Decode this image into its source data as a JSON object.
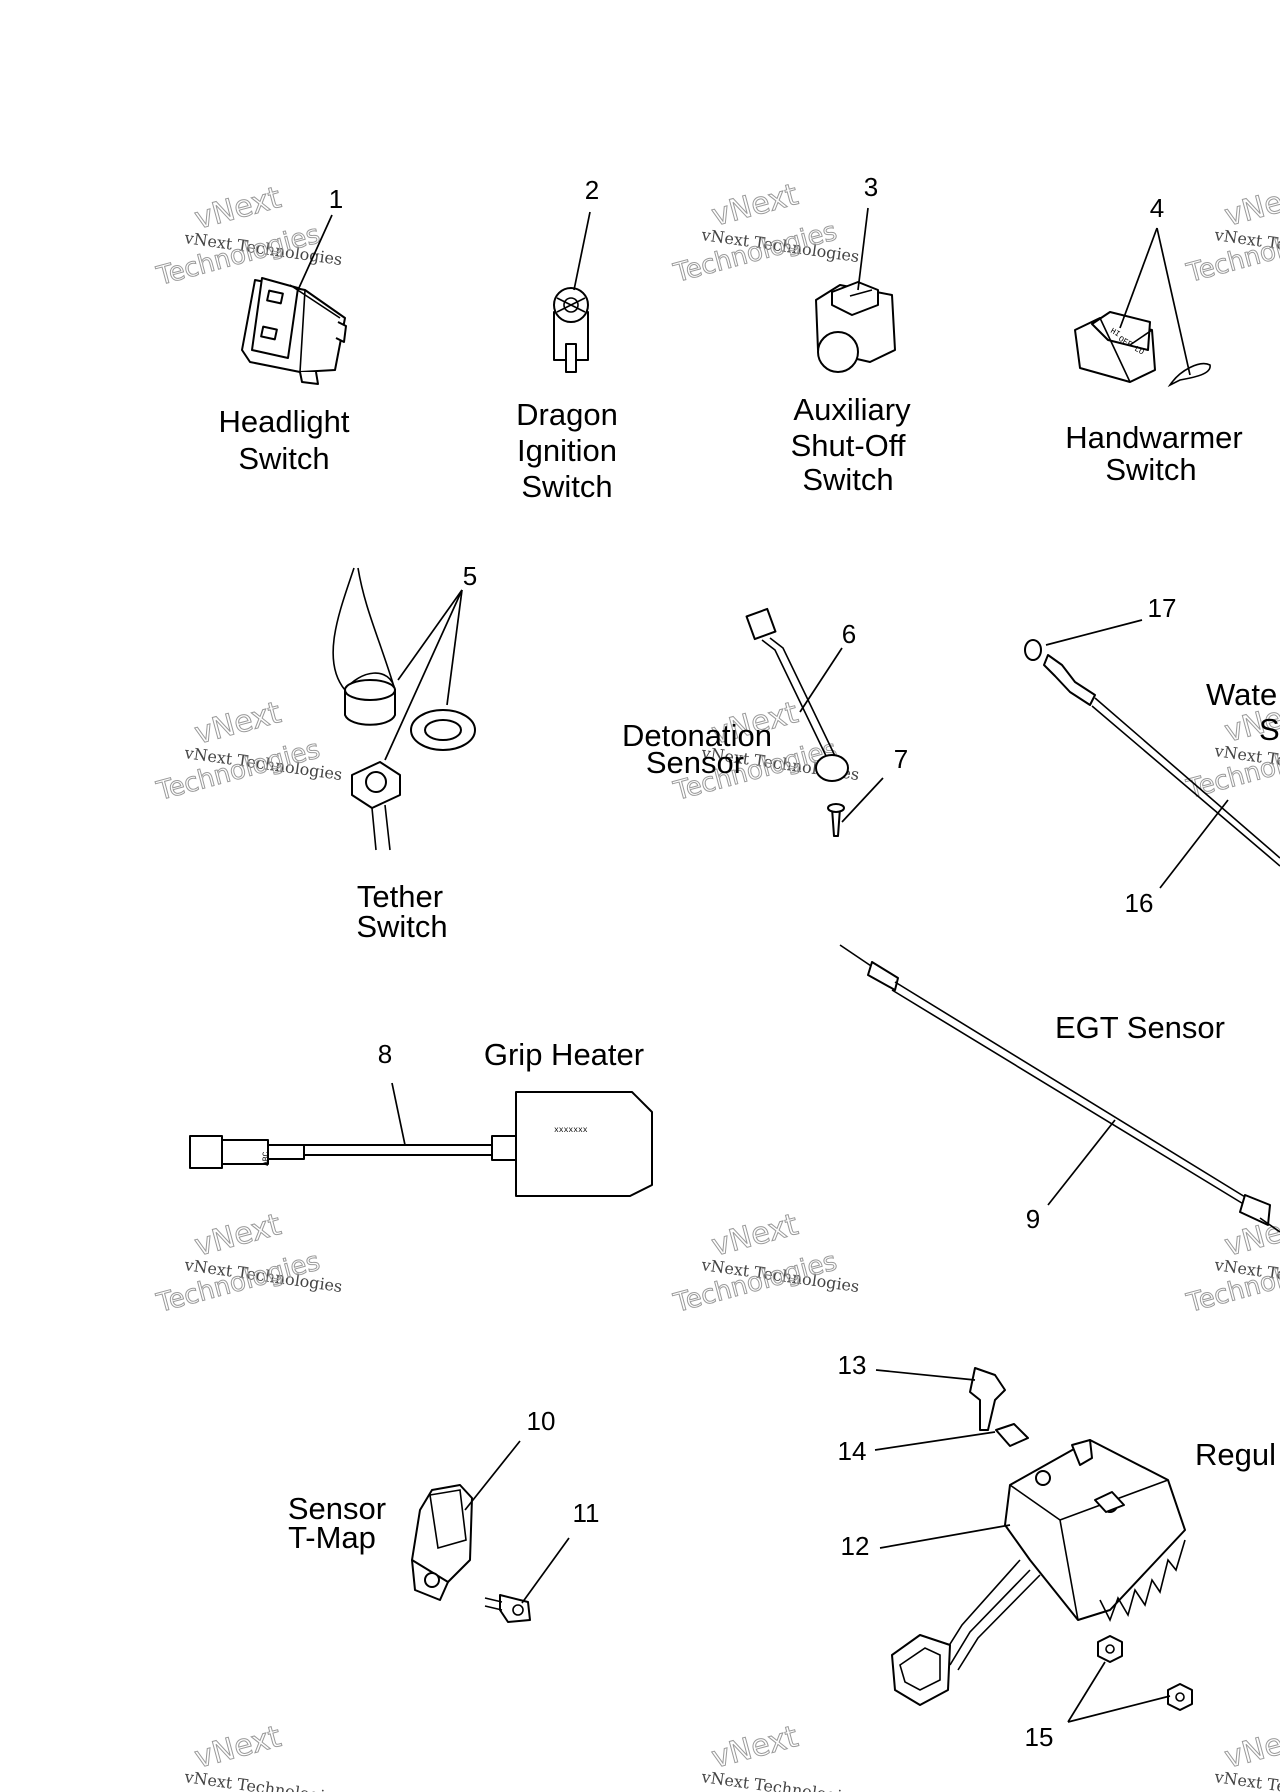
{
  "parts": [
    {
      "num": "1",
      "name_lines": [
        "Headlight",
        "Switch"
      ]
    },
    {
      "num": "2",
      "name_lines": [
        "Dragon",
        "Ignition",
        "Switch"
      ]
    },
    {
      "num": "3",
      "name_lines": [
        "Auxiliary",
        "Shut-Off",
        "Switch"
      ]
    },
    {
      "num": "4",
      "name_lines": [
        "Handwarmer",
        "Switch"
      ]
    },
    {
      "num": "5",
      "name_lines": [
        "Tether",
        "Switch"
      ]
    },
    {
      "num": "6",
      "name_lines": [
        "Detonation",
        "Sensor"
      ]
    },
    {
      "num": "7"
    },
    {
      "num": "8",
      "name_lines": [
        "Grip Heater"
      ]
    },
    {
      "num": "9",
      "name_lines": [
        "EGT Sensor"
      ]
    },
    {
      "num": "10",
      "name_lines": [
        "Sensor",
        "T-Map"
      ]
    },
    {
      "num": "11"
    },
    {
      "num": "12",
      "name_lines": [
        "Regul"
      ]
    },
    {
      "num": "13"
    },
    {
      "num": "14"
    },
    {
      "num": "15"
    },
    {
      "num": "16"
    },
    {
      "num": "17",
      "name_lines": [
        "Wate",
        "S"
      ]
    }
  ],
  "switch_markings": {
    "hi": "HI",
    "off": "OFF",
    "lo": "LO"
  },
  "grip_heater_marking": "xxxxxxx",
  "connector_marking": [
    "ABC"
  ],
  "watermark": {
    "line1": "vNext",
    "line2": "vNext Technologies",
    "line3": "Technologies"
  }
}
